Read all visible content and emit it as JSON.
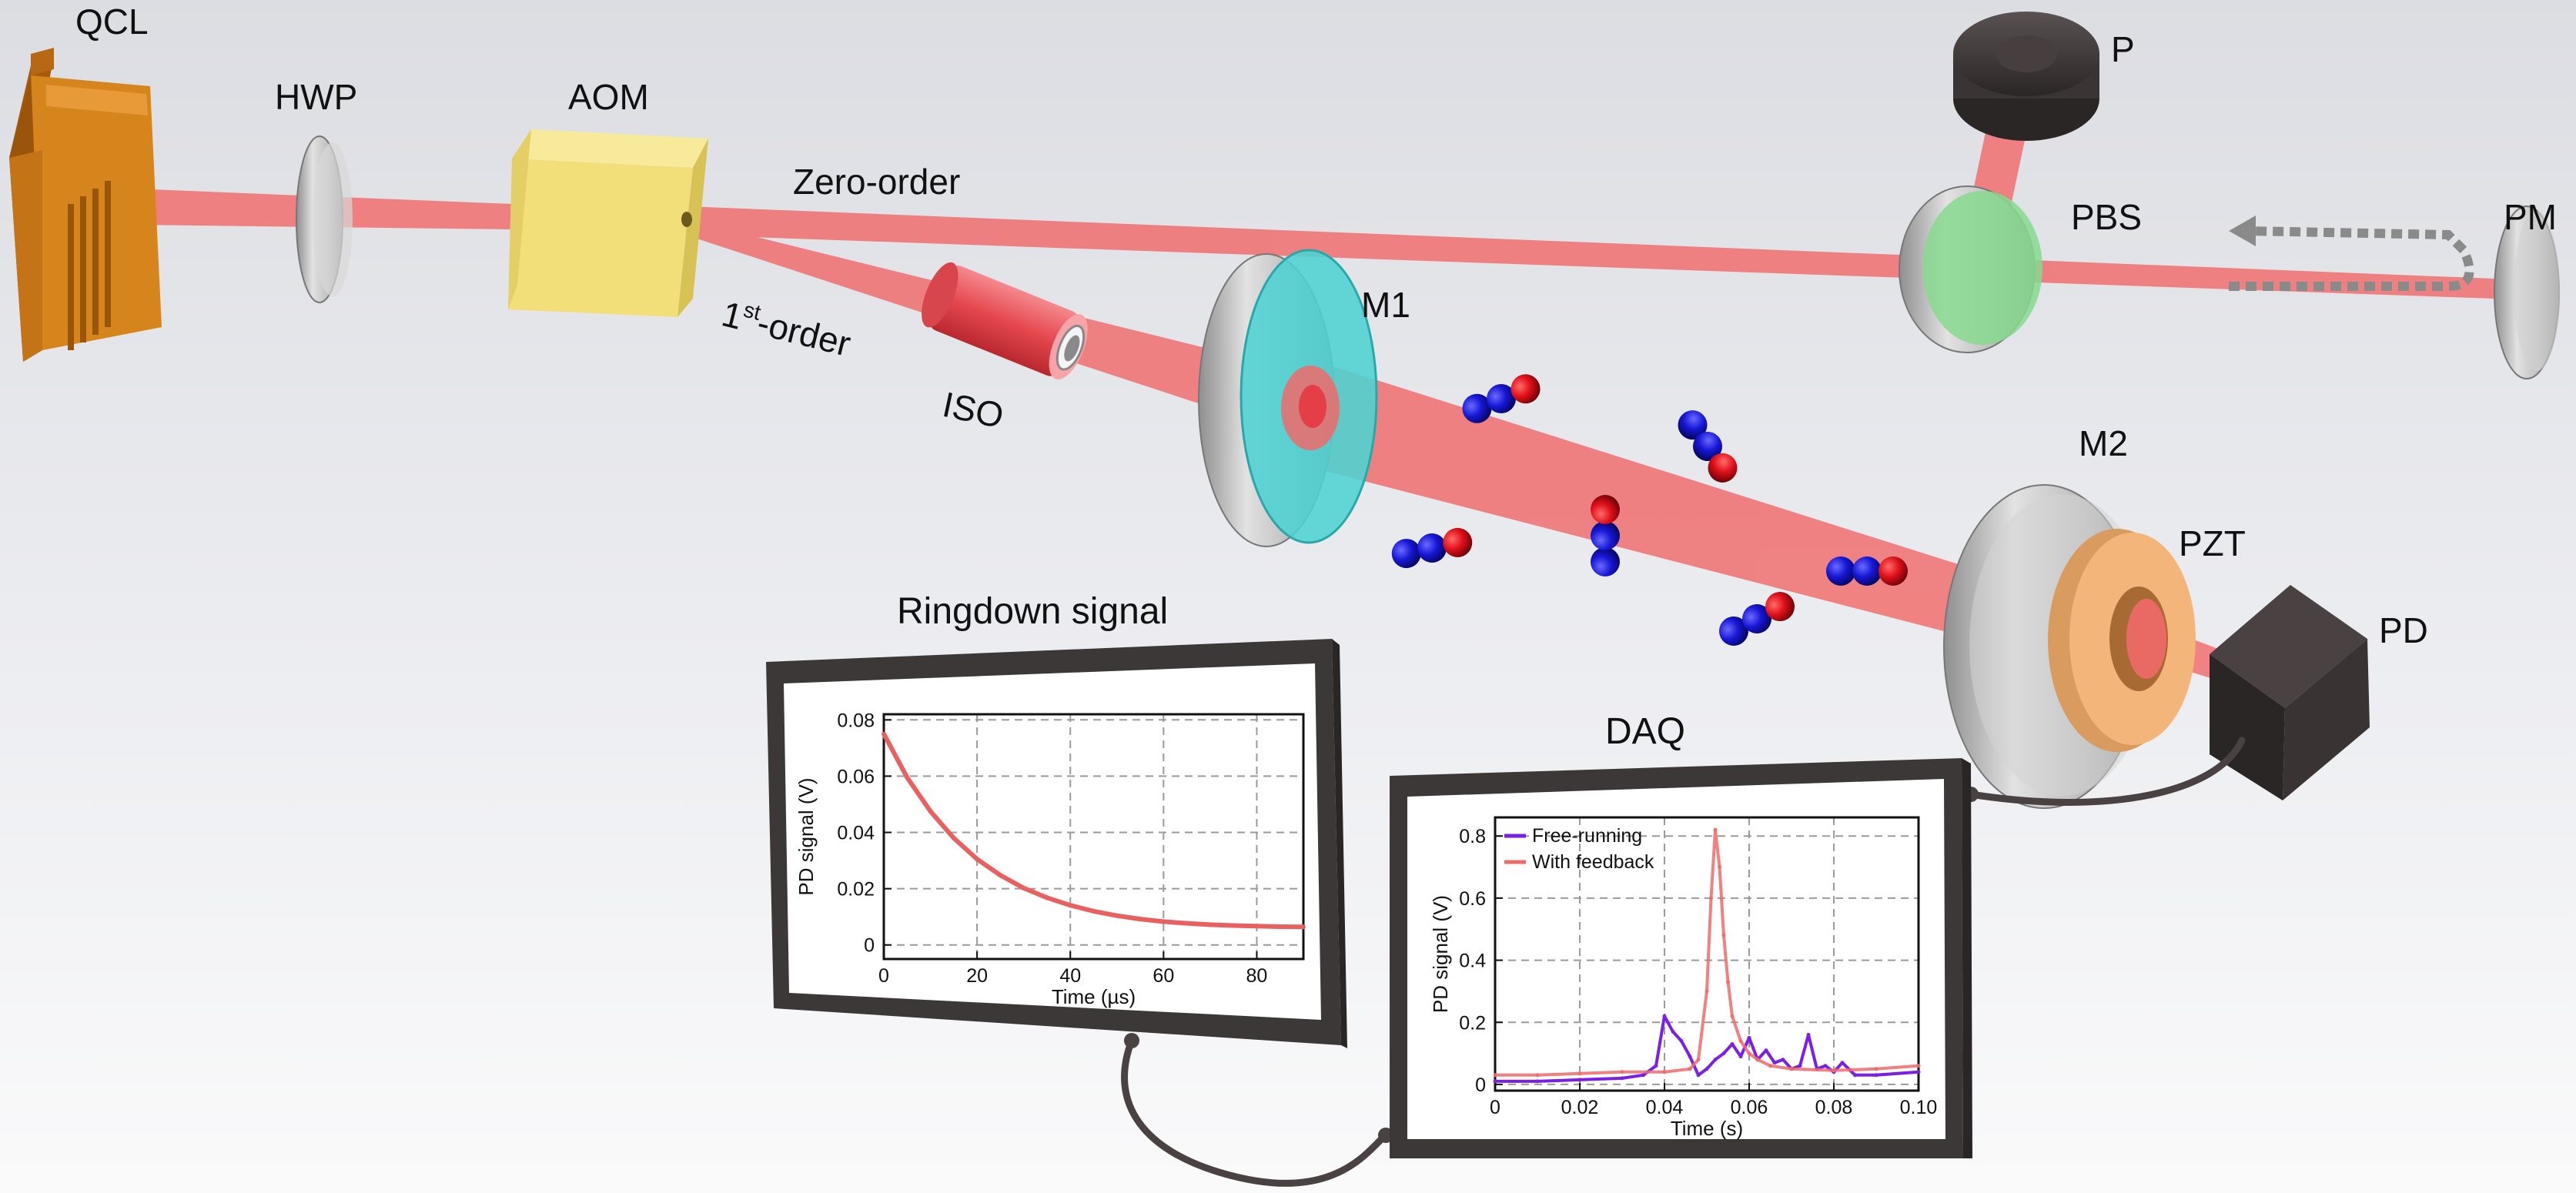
{
  "labels": {
    "qcl": "QCL",
    "hwp": "HWP",
    "aom": "AOM",
    "zero_order": "Zero-order",
    "first_order_num": "1",
    "first_order_sup": "st",
    "first_order_rest": "-order",
    "iso": "ISO",
    "m1": "M1",
    "p": "P",
    "pbs": "PBS",
    "pm": "PM",
    "m2": "M2",
    "pzt": "PZT",
    "pd": "PD",
    "ringdown_title": "Ringdown signal",
    "daq_title": "DAQ"
  },
  "colors": {
    "beam": "#f06a6a",
    "mirror_coating": "#4fd3d3",
    "pbs_glass": "#86d98f",
    "aom_body": "#f2df7a",
    "qcl_body": "#d6841c",
    "iso_body": "#e9565c",
    "pzt_ring": "#f3b57a",
    "molecule_blue": "#1a1ad6",
    "molecule_red": "#e0101a",
    "trace_free": "#7b1fe6",
    "trace_feedback": "#f06a6a"
  },
  "chart_data": [
    {
      "type": "line",
      "title": "Ringdown signal",
      "xlabel": "Time (µs)",
      "ylabel": "PD signal (V)",
      "xlim": [
        0,
        90
      ],
      "ylim": [
        -0.005,
        0.082
      ],
      "xticks": [
        0,
        20,
        40,
        60,
        80
      ],
      "yticks": [
        0,
        0.02,
        0.04,
        0.06,
        0.08
      ],
      "ytick_labels": [
        "0",
        "0.02",
        "0.04",
        "0.06",
        "0.08"
      ],
      "grid": true,
      "series": [
        {
          "x": [
            0,
            5,
            10,
            15,
            20,
            25,
            30,
            35,
            40,
            45,
            50,
            55,
            60,
            65,
            70,
            75,
            80,
            85,
            90
          ],
          "y": [
            0.075,
            0.0595,
            0.0475,
            0.038,
            0.0305,
            0.0248,
            0.0202,
            0.0168,
            0.0141,
            0.012,
            0.0104,
            0.0092,
            0.0083,
            0.0077,
            0.0072,
            0.0069,
            0.0067,
            0.0065,
            0.0064
          ]
        }
      ]
    },
    {
      "type": "line",
      "title": "DAQ",
      "xlabel": "Time (s)",
      "ylabel": "PD signal (V)",
      "xlim": [
        0,
        0.1
      ],
      "ylim": [
        -0.02,
        0.86
      ],
      "xticks": [
        0,
        0.02,
        0.04,
        0.06,
        0.08,
        0.1
      ],
      "xtick_labels": [
        "0",
        "0.02",
        "0.04",
        "0.06",
        "0.08",
        "0.10"
      ],
      "yticks": [
        0,
        0.2,
        0.4,
        0.6,
        0.8
      ],
      "ytick_labels": [
        "0",
        "0.2",
        "0.4",
        "0.6",
        "0.8"
      ],
      "grid": true,
      "legend": "top-left",
      "series": [
        {
          "name": "Free-running",
          "x": [
            0,
            0.01,
            0.02,
            0.03,
            0.035,
            0.038,
            0.04,
            0.042,
            0.044,
            0.046,
            0.048,
            0.05,
            0.052,
            0.054,
            0.056,
            0.058,
            0.06,
            0.062,
            0.064,
            0.066,
            0.068,
            0.07,
            0.072,
            0.074,
            0.076,
            0.078,
            0.08,
            0.082,
            0.085,
            0.09,
            0.1
          ],
          "y": [
            0.01,
            0.01,
            0.015,
            0.02,
            0.03,
            0.06,
            0.22,
            0.17,
            0.14,
            0.09,
            0.03,
            0.05,
            0.08,
            0.1,
            0.13,
            0.09,
            0.15,
            0.08,
            0.11,
            0.07,
            0.08,
            0.05,
            0.06,
            0.16,
            0.05,
            0.06,
            0.04,
            0.07,
            0.03,
            0.03,
            0.04
          ]
        },
        {
          "name": "With feedback",
          "x": [
            0,
            0.01,
            0.02,
            0.03,
            0.04,
            0.046,
            0.048,
            0.05,
            0.051,
            0.052,
            0.053,
            0.054,
            0.055,
            0.056,
            0.058,
            0.06,
            0.062,
            0.065,
            0.07,
            0.08,
            0.09,
            0.1
          ],
          "y": [
            0.03,
            0.03,
            0.035,
            0.04,
            0.04,
            0.05,
            0.08,
            0.3,
            0.6,
            0.82,
            0.7,
            0.48,
            0.33,
            0.22,
            0.14,
            0.1,
            0.08,
            0.06,
            0.05,
            0.045,
            0.05,
            0.06
          ]
        }
      ]
    }
  ]
}
